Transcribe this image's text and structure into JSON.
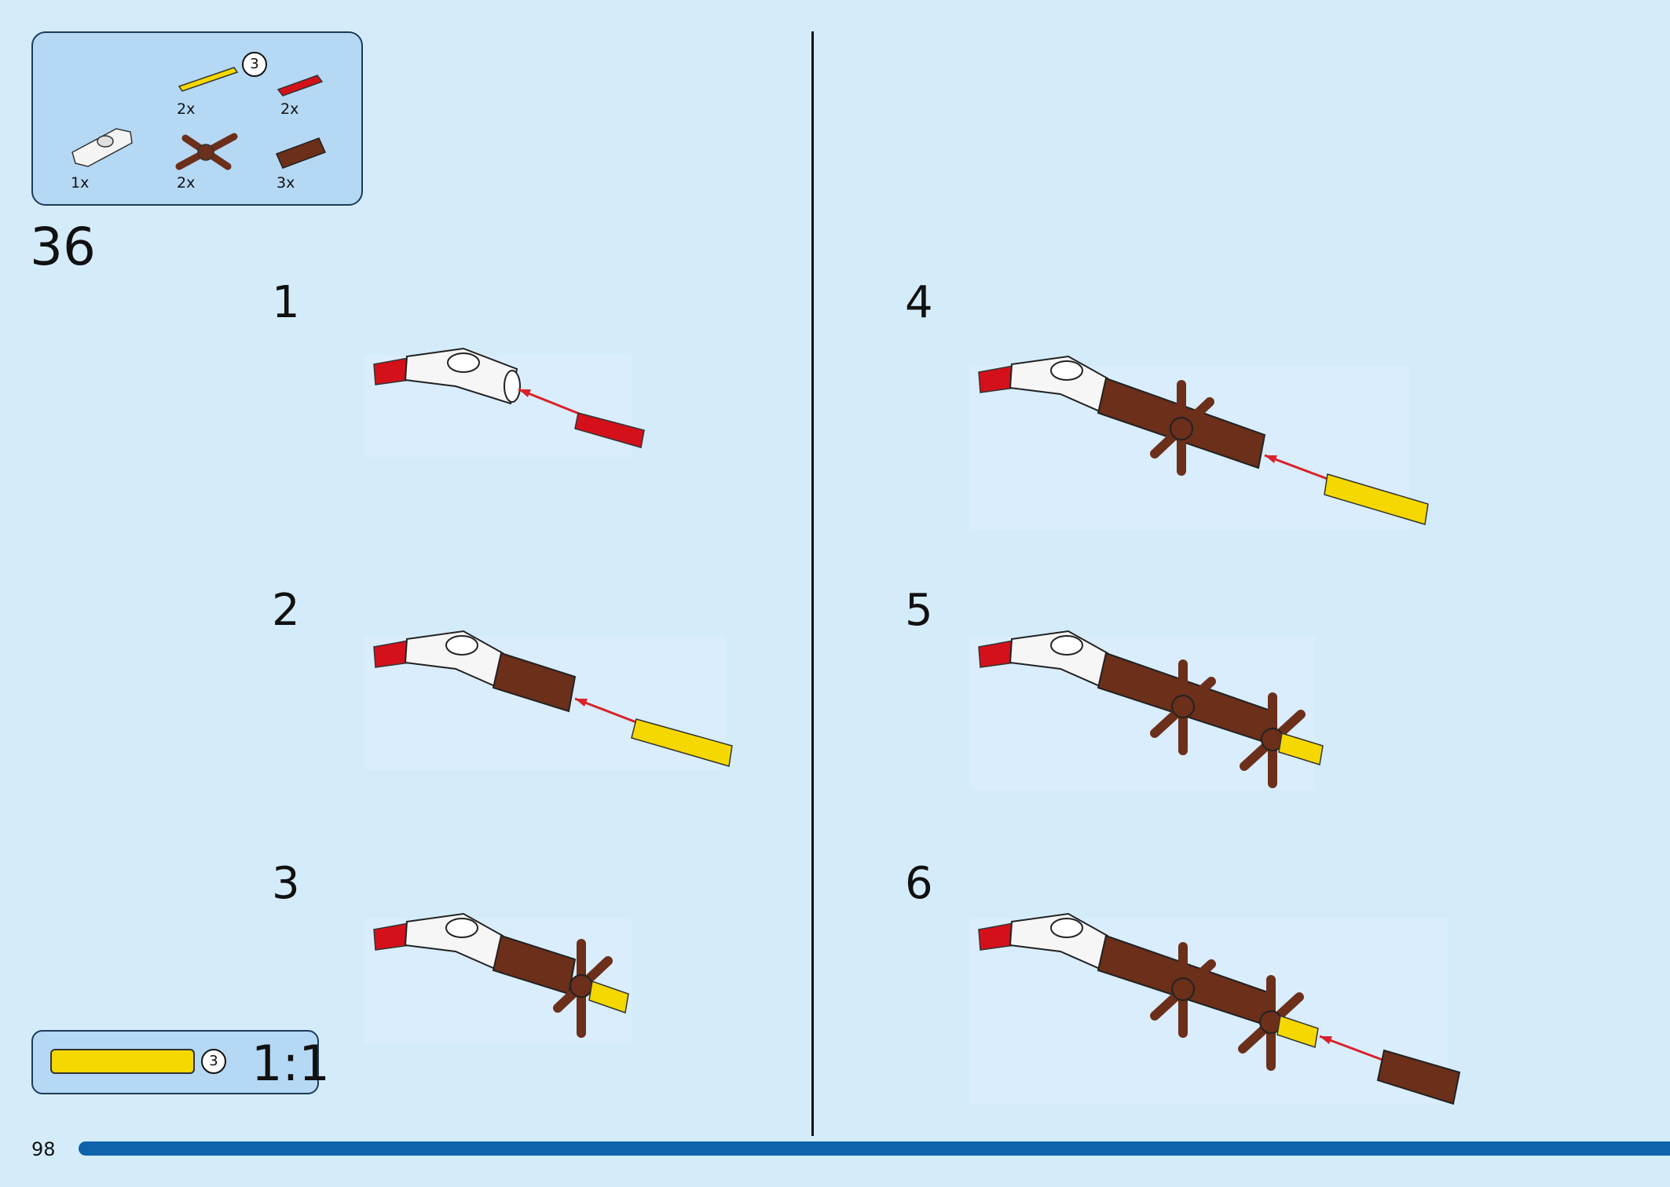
{
  "page": {
    "number": "98",
    "step": "36"
  },
  "parts": [
    {
      "name": "yellow-axle-3",
      "qty": "2x",
      "length_badge": "3"
    },
    {
      "name": "red-axle-pin",
      "qty": "2x"
    },
    {
      "name": "white-axle-connector-angled",
      "qty": "1x"
    },
    {
      "name": "brown-cross-block",
      "qty": "2x"
    },
    {
      "name": "brown-bush-tube",
      "qty": "3x"
    }
  ],
  "substeps": [
    "1",
    "2",
    "3",
    "4",
    "5",
    "6"
  ],
  "scale": {
    "length_badge": "3",
    "ratio": "1:1"
  },
  "colors": {
    "background": "#d4ecfa",
    "panel": "#b5d8f4",
    "progress": "#0e63ab",
    "arrow": "#d9222a",
    "yellow": "#f5d800",
    "brown": "#6b2f1a",
    "red": "#d4111a"
  }
}
